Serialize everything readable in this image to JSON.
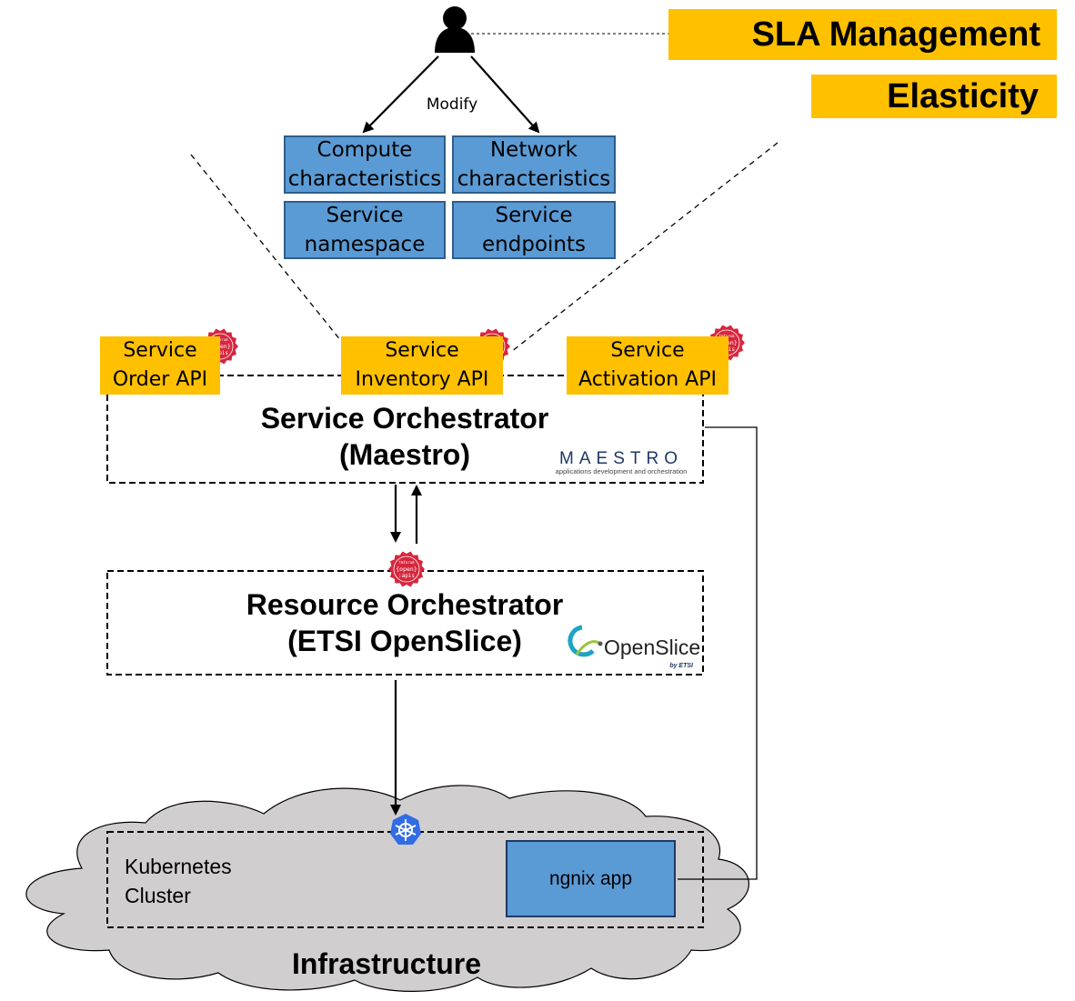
{
  "user": {
    "action_label": "Modify"
  },
  "features": {
    "sla": "SLA Management",
    "elasticity": "Elasticity"
  },
  "characteristics": [
    {
      "line1": "Compute",
      "line2": "characteristics"
    },
    {
      "line1": "Network",
      "line2": "characteristics"
    },
    {
      "line1": "Service",
      "line2": "namespace"
    },
    {
      "line1": "Service",
      "line2": "endpoints"
    }
  ],
  "apis": [
    {
      "line1": "Service",
      "line2": "Order API"
    },
    {
      "line1": "Service",
      "line2": "Inventory API"
    },
    {
      "line1": "Service",
      "line2": "Activation API"
    }
  ],
  "openapi_badge": {
    "line1": "tmforum",
    "line2": "{open}",
    "line3": ":apis"
  },
  "service_orchestrator": {
    "title_line1": "Service Orchestrator",
    "title_line2": "(Maestro)",
    "logo_text": "MAESTRO",
    "logo_subtitle": "applications development and orchestration"
  },
  "resource_orchestrator": {
    "title_line1": "Resource Orchestrator",
    "title_line2": "(ETSI OpenSlice)",
    "logo_text": "OpenSlice",
    "logo_subtitle": "by ETSI"
  },
  "cluster": {
    "line1": "Kubernetes",
    "line2": "Cluster"
  },
  "app": {
    "label": "ngnix app"
  },
  "infrastructure": {
    "label": "Infrastructure"
  },
  "colors": {
    "accent_yellow": "#FFC000",
    "box_blue": "#5B9BD5",
    "cloud_gray": "#D0CECE",
    "badge_red": "#D7263D",
    "k8s_blue": "#326CE5"
  }
}
